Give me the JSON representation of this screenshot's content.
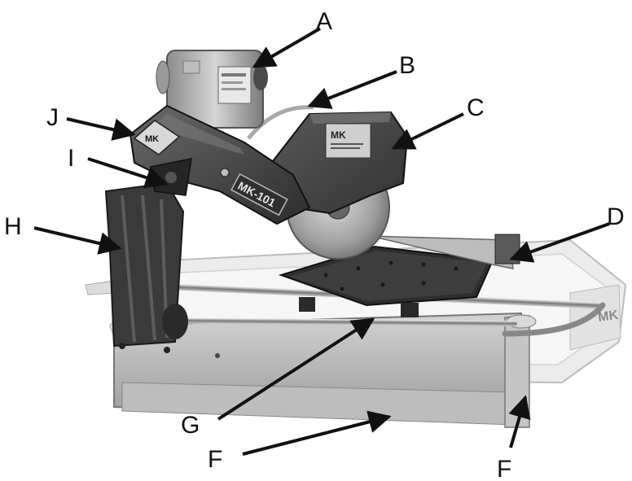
{
  "diagram": {
    "callouts": {
      "a": "A",
      "b": "B",
      "c": "C",
      "d": "D",
      "e_left": "F",
      "f_right": "F",
      "g": "G",
      "h": "H",
      "i": "I",
      "j": "J"
    },
    "branding": {
      "arm_logo": "MK",
      "arm_model": "MK-101",
      "guard_logo": "MK",
      "tray_logo": "MK"
    },
    "colors": {
      "metal_dark": "#3a3a3a",
      "metal_mid": "#7b7b7b",
      "metal_light": "#c9c9c9",
      "tray_white": "#eeeeee",
      "ink": "#111111"
    }
  }
}
